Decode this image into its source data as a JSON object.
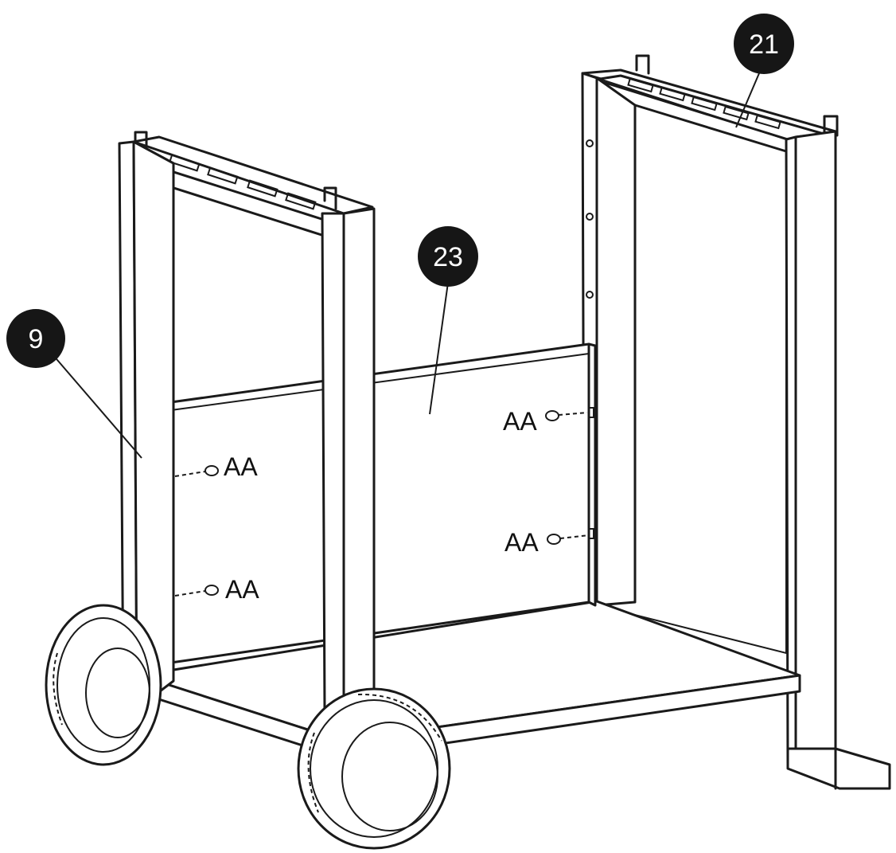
{
  "diagram": {
    "callouts": [
      {
        "id": "part-9",
        "label": "9"
      },
      {
        "id": "part-21",
        "label": "21"
      },
      {
        "id": "part-23",
        "label": "23"
      }
    ],
    "fasteners": [
      {
        "id": "aa-left-upper",
        "label": "AA"
      },
      {
        "id": "aa-left-lower",
        "label": "AA"
      },
      {
        "id": "aa-right-upper",
        "label": "AA"
      },
      {
        "id": "aa-right-lower",
        "label": "AA"
      }
    ],
    "colors": {
      "ink": "#1a1a1a",
      "callout_fill": "#161616",
      "background": "#ffffff"
    }
  }
}
